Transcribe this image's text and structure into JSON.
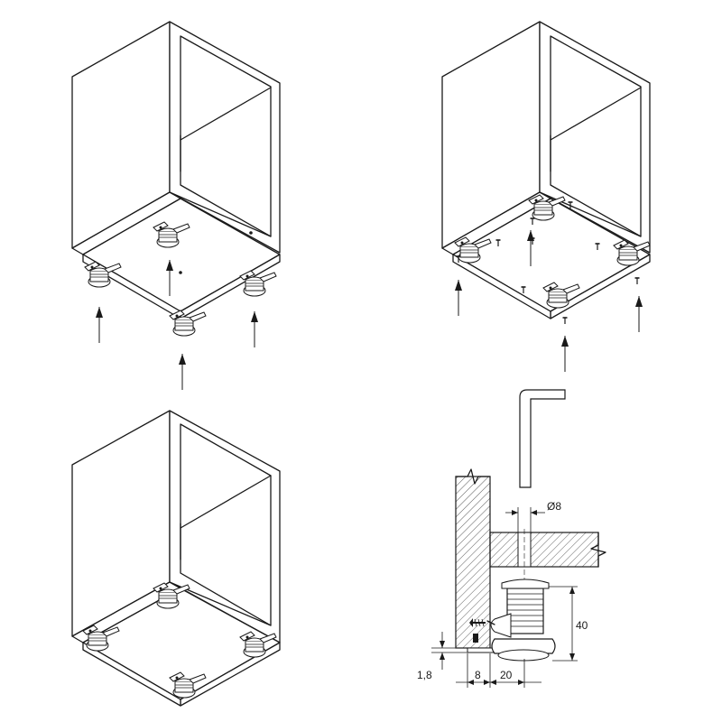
{
  "dimensions": {
    "hole_diameter": "Ø8",
    "height": "40",
    "plate_thickness": "1,8",
    "edge_offset": "8",
    "plate_length": "20"
  }
}
